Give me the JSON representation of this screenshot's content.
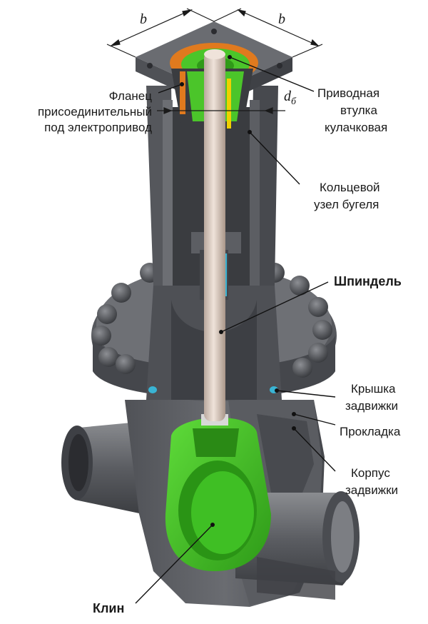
{
  "dimensions": {
    "b_left": "b",
    "b_right": "b",
    "d_main": "d",
    "d_sub": "б"
  },
  "labels": {
    "flange_line1": "Фланец",
    "flange_line2": "присоединительный",
    "flange_line3": "под электропривод",
    "bushing_line1": "Приводная",
    "bushing_line2": "втулка",
    "bushing_line3": "кулачковая",
    "ring_line1": "Кольцевой",
    "ring_line2": "узел бугеля",
    "spindle": "Шпиндель",
    "cover_line1": "Крышка",
    "cover_line2": "задвижки",
    "gasket": "Прокладка",
    "body_line1": "Корпус",
    "body_line2": "задвижки",
    "wedge": "Клин"
  },
  "colors": {
    "metal_dark": "#4b4d52",
    "metal_mid": "#6e7075",
    "metal_light": "#9a9ca0",
    "wedge_green": "#3fbf24",
    "bushing_orange": "#e07a1e",
    "spindle": "#d9c8bd",
    "gasket_cyan": "#39b4d4"
  }
}
